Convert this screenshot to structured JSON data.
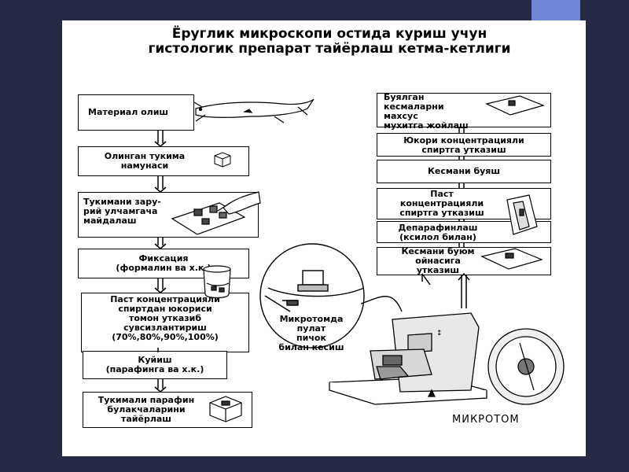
{
  "title": "Ёруглик микроскопи остида куриш учун\nгистологик препарат тайёрлаш кетма-кетлиги",
  "left_steps": [
    "Материал олиш",
    "Олинган тукима\nнамунаси",
    "Тукимани зару-\nрий улчамгача\nмайдалаш",
    "Фиксация\n(формалин ва х.к.)",
    "Паст концентрацияли\nспиртдан юкориси\nтомон утказиб\nсувсизлантириш\n(70%,80%,90%,100%)",
    "Куйиш\n(парафинга ва х.к.)",
    "Тукимали парафин\nбулакчаларини\nтайёрлаш"
  ],
  "right_steps": [
    "Буялган\nкесмаларни\nмахсус\nмухитга жойлаш",
    "Юкори концентрацияли\nспиртга утказиш",
    "Кесмани буяш",
    "Паст\nконцентрацияли\nспиртга утказиш",
    "Депарафинлаш\n(ксилол билан)",
    "Кесмани буюм\nойнасига\nутказиш"
  ],
  "microtome_step": "Микротомда\nпулат\nпичок\nбилан кесиш",
  "microtome_label": "МИКРОТОМ",
  "colors": {
    "background": "#262a45",
    "slide": "#ffffff",
    "accent": "#6f86d6"
  }
}
